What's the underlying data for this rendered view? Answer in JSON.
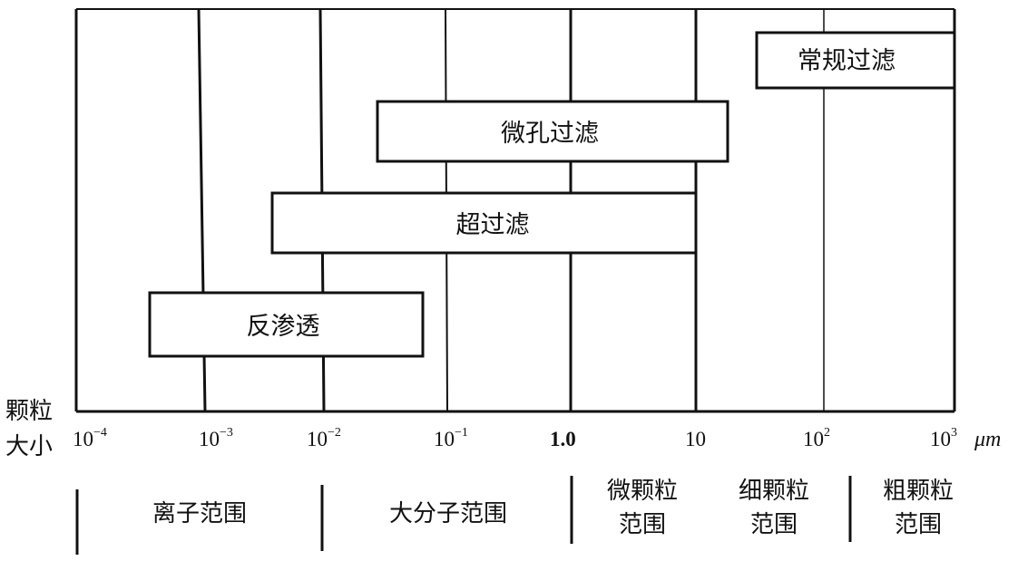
{
  "axis": {
    "label_line1": "颗粒",
    "label_line2": "大小",
    "unit": "μm",
    "ticks": [
      {
        "base": "10",
        "exp": "−4"
      },
      {
        "base": "10",
        "exp": "−3"
      },
      {
        "base": "10",
        "exp": "−2"
      },
      {
        "base": "10",
        "exp": "−1"
      },
      {
        "base": "1.0",
        "exp": ""
      },
      {
        "base": "10",
        "exp": ""
      },
      {
        "base": "10",
        "exp": "2"
      },
      {
        "base": "10",
        "exp": "3"
      }
    ]
  },
  "processes": [
    {
      "name": "常规过滤"
    },
    {
      "name": "微孔过滤"
    },
    {
      "name": "超过滤"
    },
    {
      "name": "反渗透"
    }
  ],
  "ranges": [
    {
      "line1": "离子范围",
      "line2": ""
    },
    {
      "line1": "大分子范围",
      "line2": ""
    },
    {
      "line1": "微颗粒",
      "line2": "范围"
    },
    {
      "line1": "细颗粒",
      "line2": "范围"
    },
    {
      "line1": "粗颗粒",
      "line2": "范围"
    }
  ]
}
